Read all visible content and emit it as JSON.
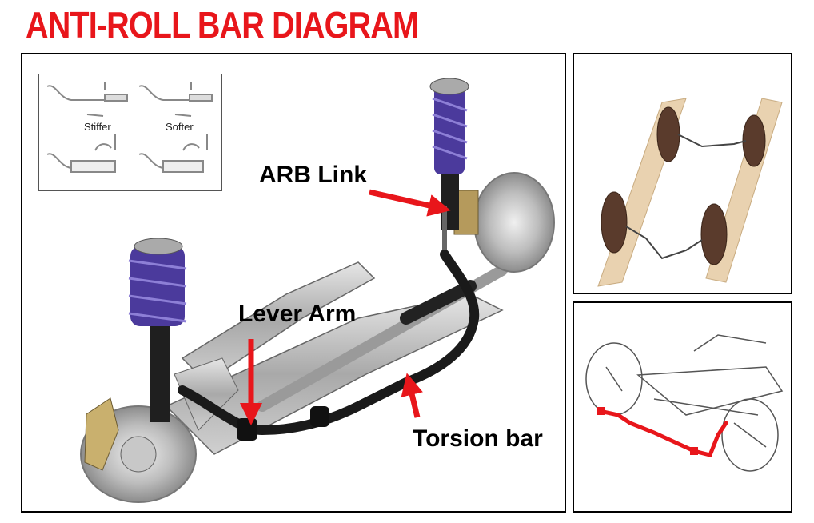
{
  "title": "ANTI-ROLL BAR DIAGRAM",
  "colors": {
    "title": "#e8161b",
    "arrow": "#e8161b",
    "spring": "#4b3a9c",
    "bar": "#1a1a1a",
    "frame": "#e9d2b0",
    "tire": "#5a3b2c"
  },
  "main": {
    "labels": {
      "arb_link": "ARB Link",
      "lever_arm": "Lever Arm",
      "torsion_bar": "Torsion bar"
    },
    "inset": {
      "stiffer": "Stiffer",
      "softer": "Softer"
    }
  }
}
